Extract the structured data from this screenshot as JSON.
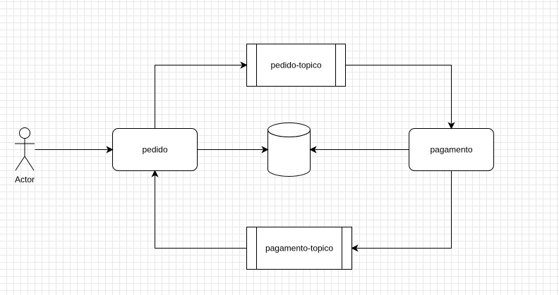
{
  "nodes": {
    "actor": {
      "label": "Actor"
    },
    "pedido": {
      "label": "pedido"
    },
    "pagamento": {
      "label": "pagamento"
    },
    "pedido_topico": {
      "label": "pedido-topico"
    },
    "pagamento_topico": {
      "label": "pagamento-topico"
    },
    "database": {
      "label": ""
    }
  },
  "colors": {
    "stroke": "#000000",
    "fill": "#ffffff",
    "grid_minor": "#e8e8e8",
    "grid_major": "#d6d6d6"
  }
}
